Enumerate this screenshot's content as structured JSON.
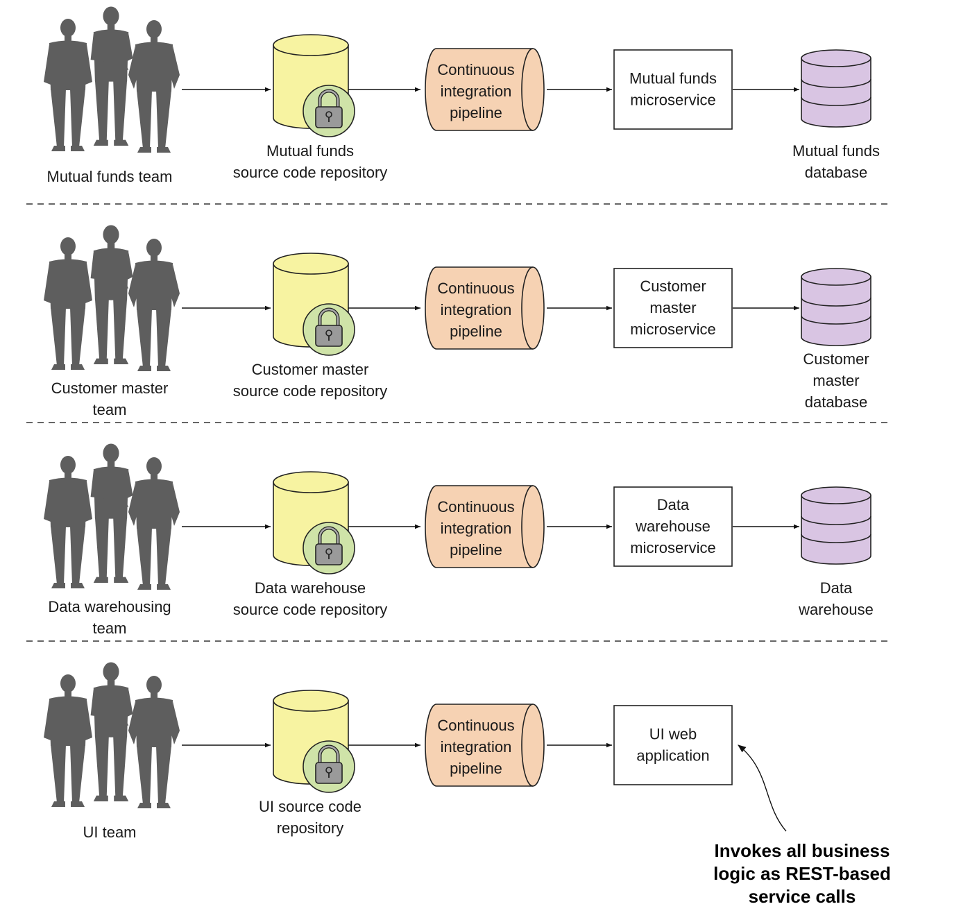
{
  "colors": {
    "repo_fill": "#f7f3a1",
    "lock_circle": "#cfe3a8",
    "pipeline_fill": "#f6d2b3",
    "database_fill": "#d9c5e3",
    "people": "#5e5e5e",
    "separator": "#333333"
  },
  "icons": {
    "team": "people-silhouette-icon",
    "lock": "padlock-icon",
    "repository": "cylinder-icon",
    "database": "database-stack-icon"
  },
  "rows": [
    {
      "team_lines": [
        "Mutual funds team"
      ],
      "repo_lines": [
        "Mutual funds",
        "source code repository"
      ],
      "pipeline_lines": [
        "Continuous",
        "integration",
        "pipeline"
      ],
      "service_lines": [
        "Mutual funds",
        "microservice"
      ],
      "database_lines": [
        "Mutual funds",
        "database"
      ]
    },
    {
      "team_lines": [
        "Customer master",
        "team"
      ],
      "repo_lines": [
        "Customer master",
        "source code repository"
      ],
      "pipeline_lines": [
        "Continuous",
        "integration",
        "pipeline"
      ],
      "service_lines": [
        "Customer",
        "master",
        "microservice"
      ],
      "database_lines": [
        "Customer",
        "master",
        "database"
      ]
    },
    {
      "team_lines": [
        "Data warehousing",
        "team"
      ],
      "repo_lines": [
        "Data warehouse",
        "source code repository"
      ],
      "pipeline_lines": [
        "Continuous",
        "integration",
        "pipeline"
      ],
      "service_lines": [
        "Data",
        "warehouse",
        "microservice"
      ],
      "database_lines": [
        "Data",
        "warehouse"
      ]
    },
    {
      "team_lines": [
        "UI team"
      ],
      "repo_lines": [
        "UI source code",
        "repository"
      ],
      "pipeline_lines": [
        "Continuous",
        "integration",
        "pipeline"
      ],
      "service_lines": [
        "UI web",
        "application"
      ],
      "database_lines": []
    }
  ],
  "note_lines": [
    "Invokes all business",
    "logic as REST-based",
    "service calls"
  ]
}
